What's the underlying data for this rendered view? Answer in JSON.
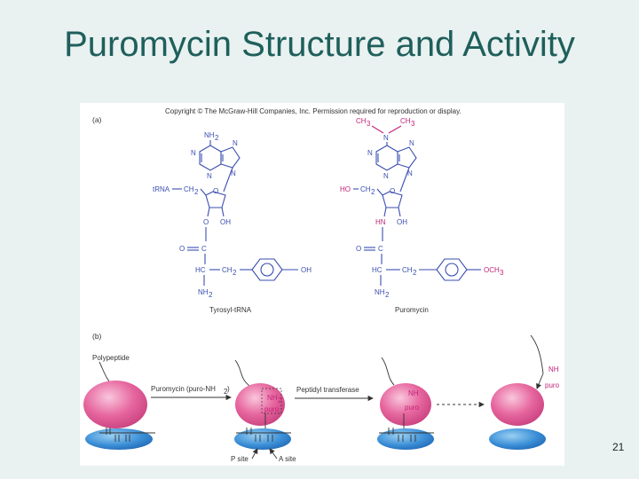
{
  "slide": {
    "title": "Puromycin Structure and Activity",
    "page_number": "21"
  },
  "figure": {
    "copyright": "Copyright © The McGraw-Hill Companies, Inc. Permission required for reproduction or display.",
    "panel_a": {
      "label": "(a)",
      "left": {
        "name": "Tyrosyl-tRNA",
        "nh2_top": "NH",
        "nh2_sub": "2",
        "n1": "N",
        "n2": "N",
        "n3": "N",
        "n4": "N",
        "trna": "tRNA",
        "ch2": "CH",
        "ch2_sub": "2",
        "o_ring": "O",
        "o_bottom": "O",
        "oh_bottom": "OH",
        "carbonyl_o": "O",
        "carbonyl_c": "C",
        "hc": "HC",
        "ch2_side": "CH",
        "ch2_side_sub": "2",
        "nh2_bottom": "NH",
        "nh2_bottom_sub": "2",
        "oh_phenyl": "OH"
      },
      "right": {
        "name": "Puromycin",
        "ch3_left": "CH",
        "ch3_left_sub": "3",
        "ch3_right": "CH",
        "ch3_right_sub": "3",
        "n_top": "N",
        "n1": "N",
        "n2": "N",
        "n3": "N",
        "n4": "N",
        "ho": "HO",
        "ch2": "CH",
        "ch2_sub": "2",
        "o_ring": "O",
        "hn": "HN",
        "oh_bottom": "OH",
        "carbonyl_o": "O",
        "carbonyl_c": "C",
        "hc": "HC",
        "ch2_side": "CH",
        "ch2_side_sub": "2",
        "nh2_bottom": "NH",
        "nh2_bottom_sub": "2",
        "och3": "OCH",
        "och3_sub": "3"
      }
    },
    "panel_b": {
      "label": "(b)",
      "polypeptide": "Polypeptide",
      "puromycin_label": "Puromycin (puro-NH",
      "puromycin_label_sub": "2",
      "puromycin_label_end": ")",
      "nh2_bound": "NH",
      "nh2_bound_sub": "2",
      "puro_bound": "puro",
      "peptidyl_transferase": "Peptidyl transferase",
      "nh_linked": "NH",
      "puro_linked": "puro",
      "nh_released": "NH",
      "puro_released": "puro",
      "p_site": "P site",
      "a_site": "A site"
    }
  },
  "colors": {
    "title": "#1f5f5b",
    "background": "#e9f1f1",
    "ribosome_large": "#e7679f",
    "ribosome_small": "#3a8ed6",
    "magenta_text": "#c0257a",
    "ring_blue": "#3a4fb0"
  }
}
